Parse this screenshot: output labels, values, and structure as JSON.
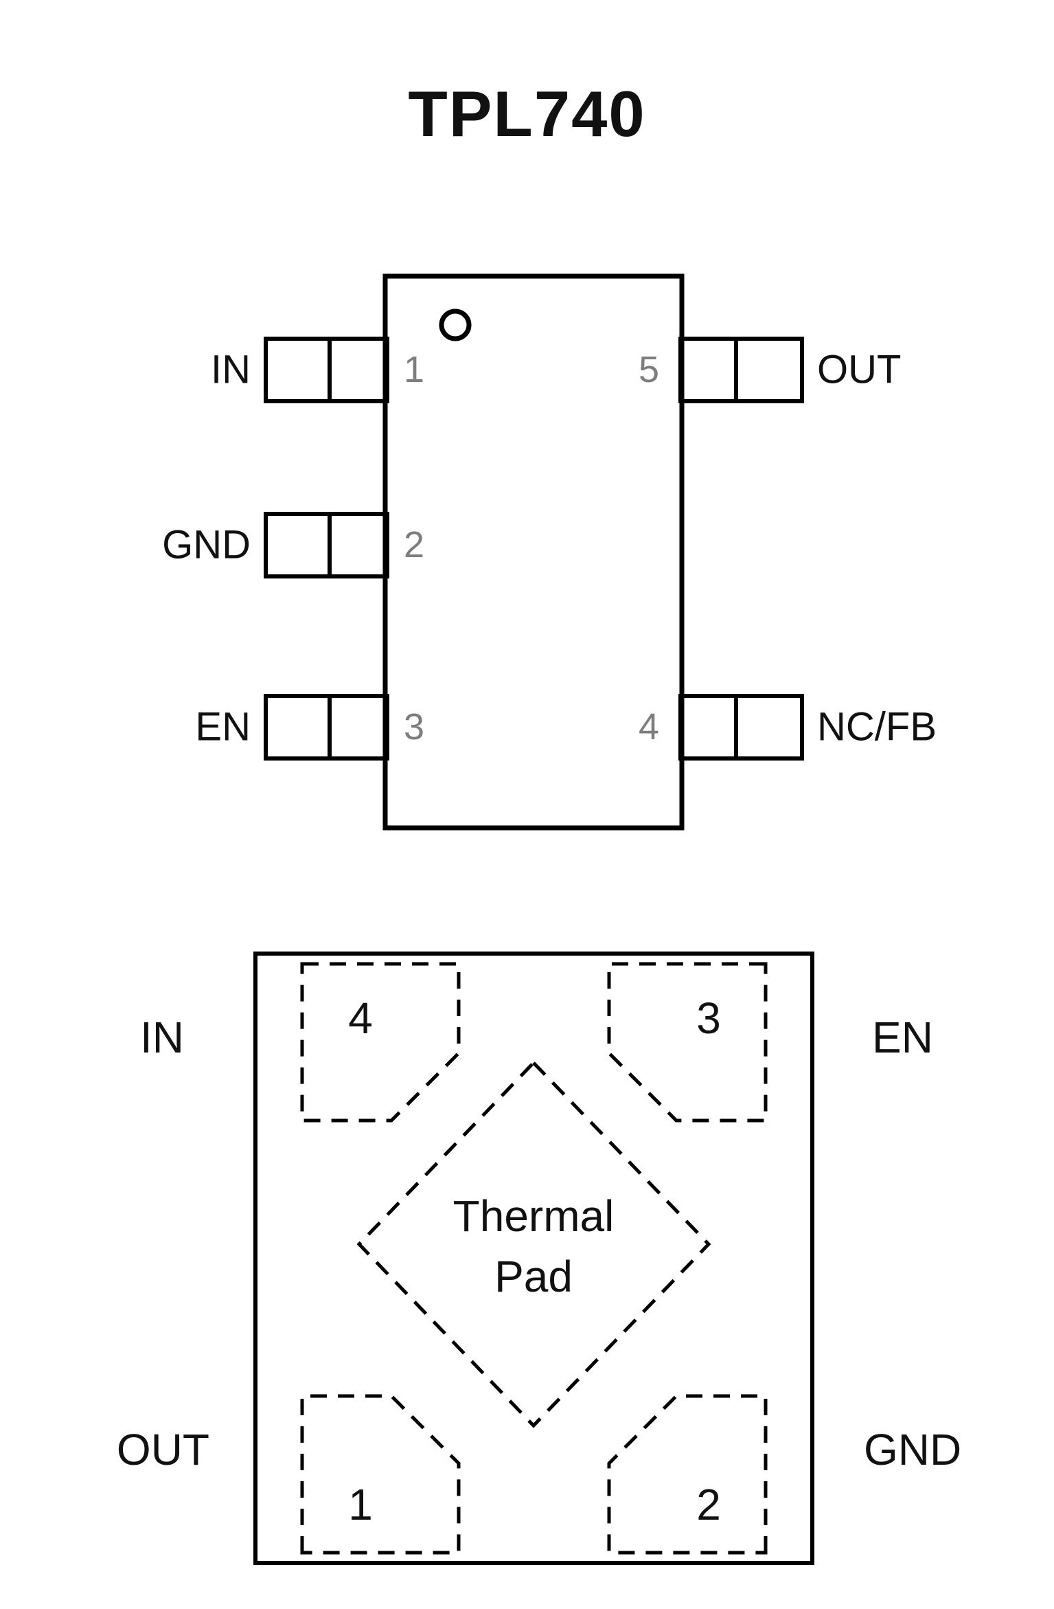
{
  "title": "TPL740",
  "colors": {
    "line": "#000000",
    "ink": "#111111",
    "pin_number_gray": "#7d7d7d",
    "background": "#ffffff"
  },
  "top_view": {
    "pins_left": [
      {
        "number": "1",
        "label": "IN"
      },
      {
        "number": "2",
        "label": "GND"
      },
      {
        "number": "3",
        "label": "EN"
      }
    ],
    "pins_right": [
      {
        "number": "5",
        "label": "OUT"
      },
      {
        "number": "4",
        "label": "NC/FB"
      }
    ]
  },
  "bottom_view": {
    "pads": {
      "top_left": {
        "number": "4",
        "label": "IN"
      },
      "top_right": {
        "number": "3",
        "label": "EN"
      },
      "bottom_left": {
        "number": "1",
        "label": "OUT"
      },
      "bottom_right": {
        "number": "2",
        "label": "GND"
      }
    },
    "thermal_pad": {
      "line1": "Thermal",
      "line2": "Pad"
    }
  }
}
